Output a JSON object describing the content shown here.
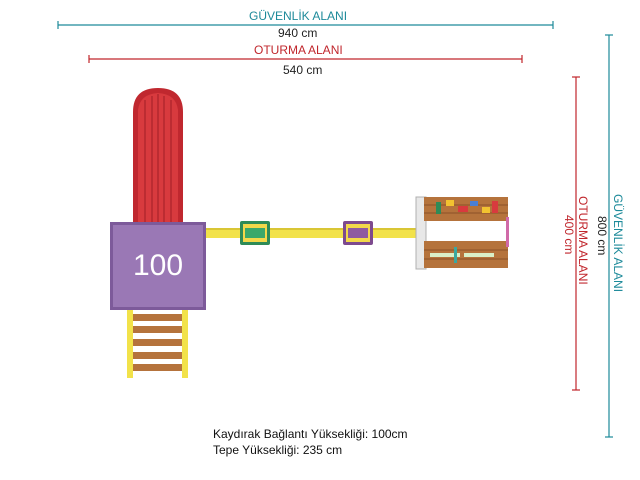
{
  "dimensions": {
    "safety_area_label": "GÜVENLİK  ALANI",
    "safety_width": "940 cm",
    "seating_area_label": "OTURMA  ALANI",
    "seating_width": "540 cm",
    "safety_area_label_vertical": "GÜVENLİK ALANI",
    "safety_depth": "800 cm",
    "seating_area_label_vertical": "OTURMA ALANI",
    "seating_depth": "400 cm"
  },
  "platform": {
    "height_label": "100"
  },
  "notes": {
    "slide_height": "Kaydırak Bağlantı Yüksekliği: 100cm",
    "top_height": "Tepe Yüksekliği: 235 cm"
  },
  "colors": {
    "safety_line": "#1d8a9a",
    "seating_line": "#c0262c",
    "platform": "#9a78b5",
    "slide": "#c0282f",
    "beam": "#f2e24a",
    "wood": "#b5733c"
  }
}
